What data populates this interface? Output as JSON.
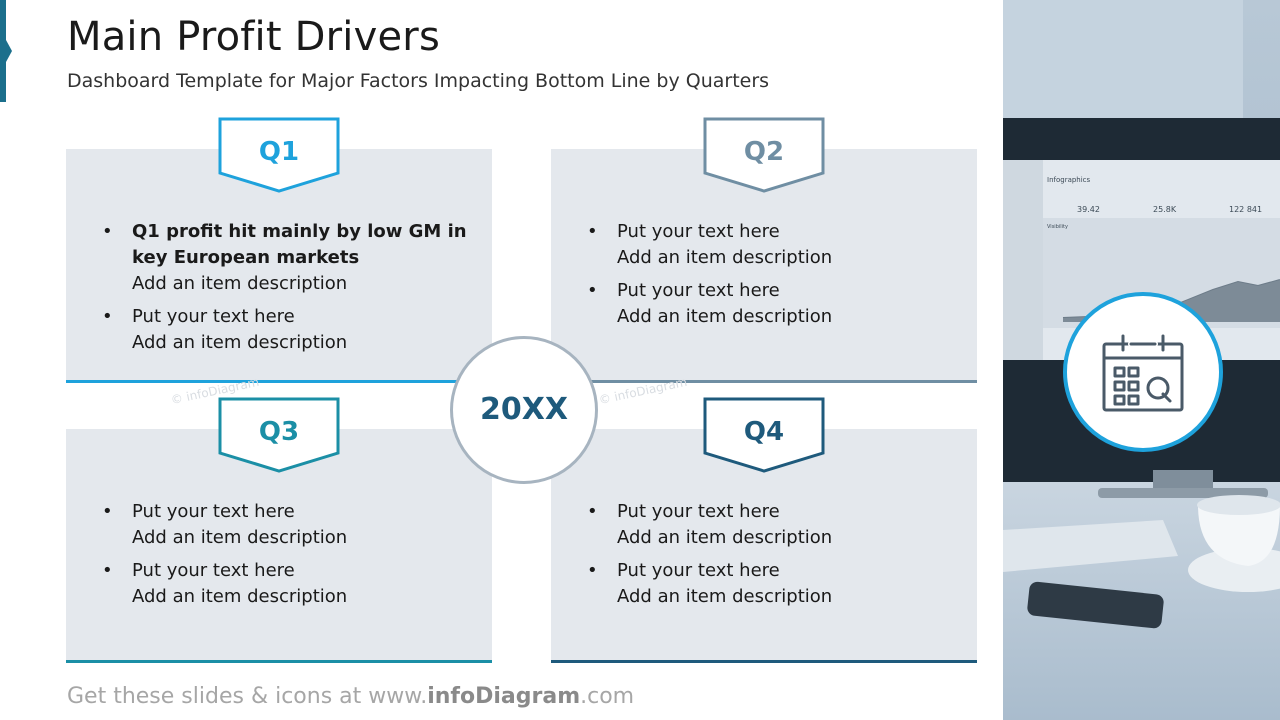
{
  "header": {
    "title": "Main Profit Drivers",
    "subtitle": "Dashboard Template for Major Factors Impacting Bottom Line by Quarters"
  },
  "center": {
    "year": "20XX"
  },
  "quarters": [
    {
      "label": "Q1",
      "color": "#1ea2dc",
      "items": [
        {
          "head": "Q1 profit hit mainly by low GM in key European markets",
          "desc": "Add an item description"
        },
        {
          "head": "Put your text here",
          "desc": "Add an item description"
        }
      ]
    },
    {
      "label": "Q2",
      "color": "#6f8ea3",
      "items": [
        {
          "head": "Put your text here",
          "desc": "Add an item description"
        },
        {
          "head": "Put your text here",
          "desc": "Add an item description"
        }
      ]
    },
    {
      "label": "Q3",
      "color": "#1b8fa6",
      "items": [
        {
          "head": "Put your text here",
          "desc": "Add an item description"
        },
        {
          "head": "Put your text here",
          "desc": "Add an item description"
        }
      ]
    },
    {
      "label": "Q4",
      "color": "#1e5a7c",
      "items": [
        {
          "head": "Put your text here",
          "desc": "Add an item description"
        },
        {
          "head": "Put your text here",
          "desc": "Add an item description"
        }
      ]
    }
  ],
  "watermarks": [
    "© infoDiagram",
    "© infoDiagram"
  ],
  "footer": {
    "prefix": "Get these slides & icons at www.",
    "brand": "infoDiagram",
    "suffix": ".com"
  },
  "photo": {
    "screen_title": "Infographics",
    "screen_section": "Visibility",
    "stat_1": "39.42",
    "stat_2": "25.8K",
    "stat_3": "122 841"
  },
  "icons": {
    "calendar": "calendar-q-icon"
  }
}
